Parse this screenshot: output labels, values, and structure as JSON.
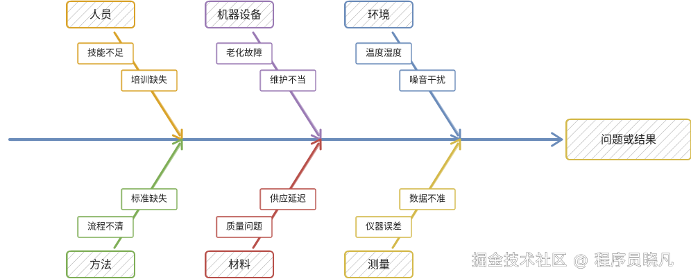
{
  "effect": {
    "label": "问题或结果",
    "color": "#d4b94a"
  },
  "spine_color": "#6b8cba",
  "categories": [
    {
      "label": "人员",
      "color": "#d9a32a",
      "causes": [
        "技能不足",
        "培训缺失"
      ]
    },
    {
      "label": "机器设备",
      "color": "#9a7ab4",
      "causes": [
        "老化故障",
        "维护不当"
      ]
    },
    {
      "label": "环境",
      "color": "#6b8cba",
      "causes": [
        "温度湿度",
        "噪音干扰"
      ]
    },
    {
      "label": "方法",
      "color": "#7fae57",
      "causes": [
        "标准缺失",
        "流程不清"
      ]
    },
    {
      "label": "材料",
      "color": "#b8504a",
      "causes": [
        "供应延迟",
        "质量问题"
      ]
    },
    {
      "label": "测量",
      "color": "#d4b94a",
      "causes": [
        "数据不准",
        "仪器误差"
      ]
    }
  ],
  "watermark": "掘金技术社区 @ 程序员晓凡"
}
